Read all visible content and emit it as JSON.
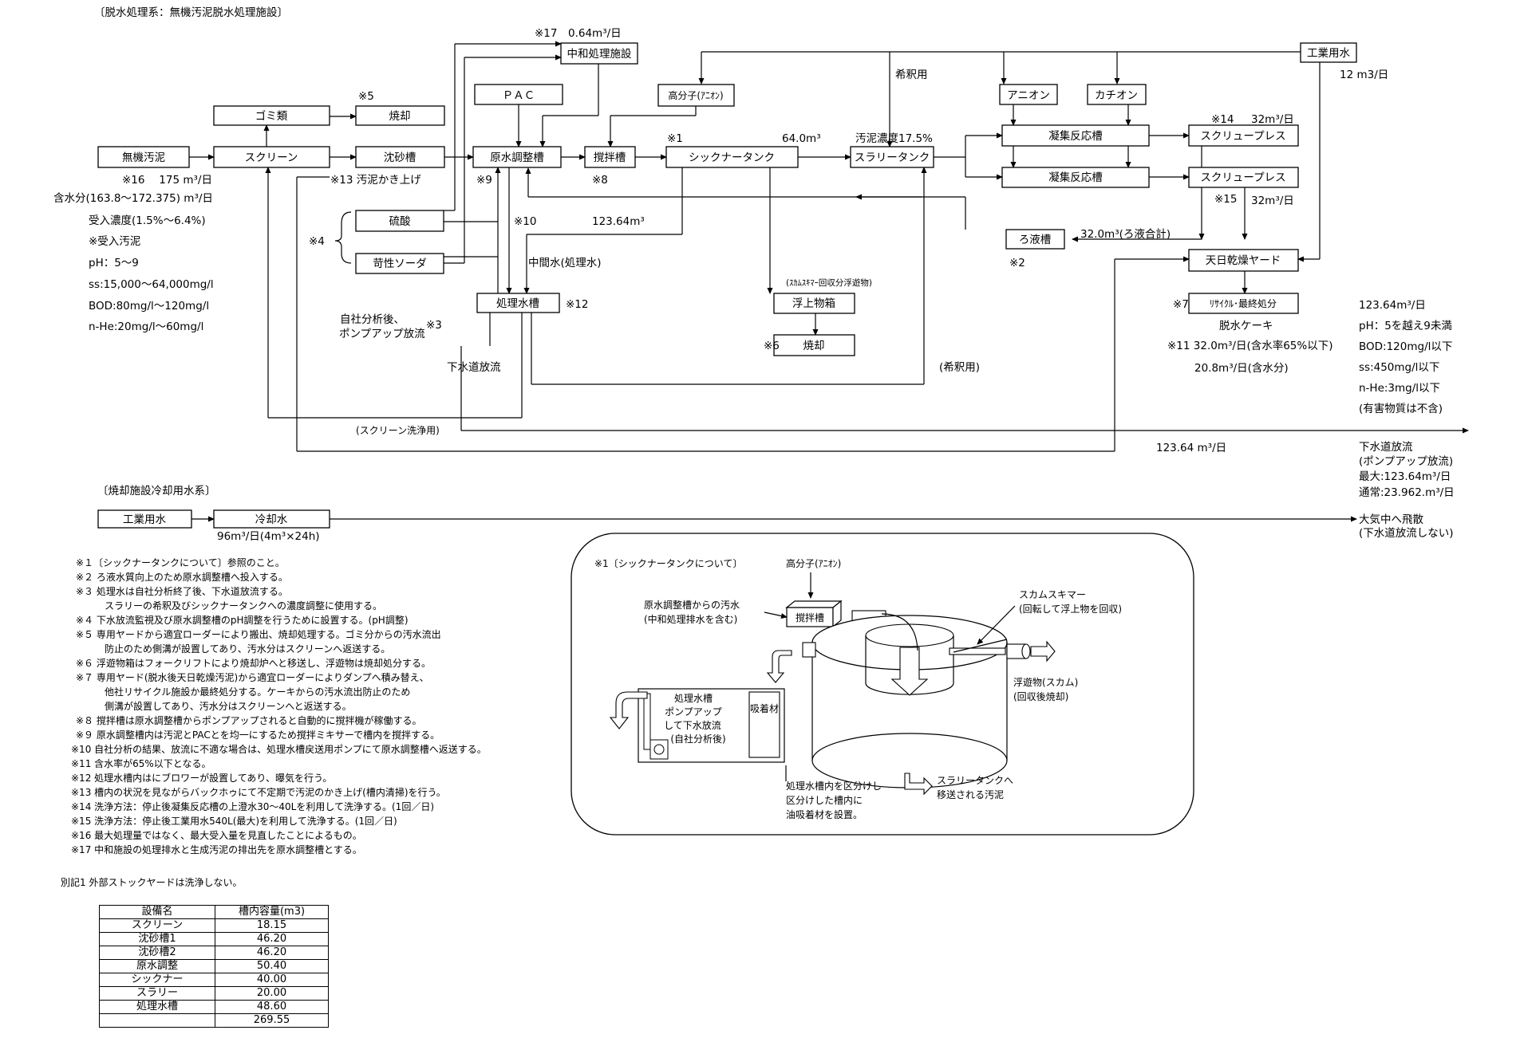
{
  "sections": {
    "dewater_title": "〔脱水処理系：無機汚泥脱水処理施設〕",
    "cooling_title": "〔焼却施設冷却用水系〕"
  },
  "boxes": {
    "muki": "無機汚泥",
    "screen": "スクリーン",
    "gomi": "ゴミ類",
    "shoukyaku_top": "焼却",
    "chinsa": "沈砂槽",
    "genshui": "原水調整槽",
    "chuwa": "中和処理施設",
    "pac": "ＰＡＣ",
    "koubunshi": "高分子(ｱﾆｵﾝ)",
    "kakuhan": "撹拌槽",
    "thickener": "シックナータンク",
    "slurry": "スラリータンク",
    "anion": "アニオン",
    "cation": "カチオン",
    "gyoshu1": "凝集反応槽",
    "gyoshu2": "凝集反応槽",
    "press1": "スクリュープレス",
    "press2": "スクリュープレス",
    "kogyo": "工業用水",
    "roeki": "ろ液槽",
    "tenpi": "天日乾燥ヤード",
    "recycle": "ﾘｻｲｸﾙ･最終処分",
    "ryusan": "硫酸",
    "kasei": "苛性ソーダ",
    "shori": "処理水槽",
    "fujo": "浮上物箱",
    "shoukyaku_mid": "焼却",
    "kogyo2": "工業用水",
    "reikyaku": "冷却水"
  },
  "labels": {
    "n17": "※17　0.64m³/日",
    "n5": "※5",
    "kishaku": "希釈用",
    "kogyo_flow": "12 m3/日",
    "n1": "※1",
    "vol64": "64.0m³",
    "odei": "汚泥濃度17.5%",
    "n14": "※14",
    "press_flow1": "32m³/日",
    "n16": "※16　 175 m³/日",
    "n13": "※13 汚泥かき上げ",
    "n9": "※9",
    "n8": "※8",
    "n15": "※15",
    "press_flow2": "32m³/日",
    "gansui": "含水分(163.8～172.375) m³/日",
    "ukeire": "受入濃度(1.5%～6.4%)",
    "ukeire_osei": "※受入汚泥",
    "ph": "pH：5～9",
    "ss": "ss:15,000～64,000mg/l",
    "bod": "BOD:80mg/l～120mg/l",
    "nhe": "n-He:20mg/l～60mg/l",
    "n10": "※10",
    "vol123": "123.64m³",
    "n4": "※4",
    "roeki_flow": "32.0m³(ろ液合計)",
    "n2": "※2",
    "chukan": "中間水(処理水)",
    "scum_note": "(ｽｶﾑｽｷﾏｰ回収分浮遊物)",
    "n12": "※12",
    "n7": "※7",
    "dassui": "脱水ケーキ",
    "jisha1": "自社分析後、",
    "jisha2": "ポンプアップ放流",
    "n3": "※3",
    "n6": "※6",
    "n11": "※11 32.0m³/日(含水率65%以下)",
    "gansui2": "20.8m³/日(含水分)",
    "gesui": "下水道放流",
    "kishaku2": "(希釈用)",
    "screen_wash": "(スクリーン洗浄用)",
    "flow_bottom": "123.64 m³/日",
    "out1": "123.64m³/日",
    "out2": "pH：5を越え9未満",
    "out3": "BOD:120mg/l以下",
    "out4": "ss:450mg/l以下",
    "out5": "n-He:3mg/l以下",
    "out6": "(有害物質は不含)",
    "dis1": "下水道放流",
    "dis2": "(ポンプアップ放流)",
    "dis3": "最大:123.64m³/日",
    "dis4": "通常:23.962.m³/日",
    "cool_flow": "96m³/日(4m³×24h)",
    "atm1": "大気中へ飛散",
    "atm2": "(下水道放流しない)"
  },
  "notes": [
    "※１〔シックナータンクについて〕参照のこと。",
    "※２ ろ液水質向上のため原水調整槽へ投入する。",
    "※３ 処理水は自社分析終了後、下水道放流する。",
    "　　　スラリーの希釈及びシックナータンクへの濃度調整に使用する。",
    "※４ 下水放流監視及び原水調整槽のpH調整を行うために設置する。(pH調整)",
    "※５ 専用ヤードから適宜ローダーにより搬出、焼却処理する。ゴミ分からの汚水流出",
    "　　　防止のため側溝が設置してあり、汚水分はスクリーンへ返送する。",
    "※６ 浮遊物箱はフォークリフトにより焼却炉へと移送し、浮遊物は焼却処分する。",
    "※７ 専用ヤード(脱水後天日乾燥汚泥)から適宜ローダーによりダンプへ積み替え、",
    "　　　他社リサイクル施設か最終処分する。ケーキからの汚水流出防止のため",
    "　　　側溝が設置してあり、汚水分はスクリーンへと返送する。",
    "※８ 撹拌槽は原水調整槽からポンプアップされると自動的に撹拌機が稼働する。",
    "※９ 原水調整槽内は汚泥とPACとを均一にするため撹拌ミキサーで槽内を撹拌する。",
    "※10 自社分析の結果、放流に不適な場合は、処理水槽戻送用ポンプにて原水調整槽へ返送する。",
    "※11 含水率が65%以下となる。",
    "※12 処理水槽内はにブロワーが設置してあり、曝気を行う。",
    "※13 槽内の状況を見ながらバックホゥにて不定期で汚泥のかき上げ(槽内清掃)を行う。",
    "※14 洗浄方法：停止後凝集反応槽の上澄水30～40Lを利用して洗浄する。(1回／日)",
    "※15 洗浄方法：停止後工業用水540L(最大)を利用して洗浄する。(1回／日)",
    "※16 最大処理量ではなく、最大受入量を見直したことによるもの。",
    "※17 中和施設の処理排水と生成汚泥の排出先を原水調整槽とする。"
  ],
  "bekki": "別記1 外部ストックヤードは洗浄しない。",
  "inset": {
    "title": "※1〔シックナータンクについて〕",
    "koubunshi": "高分子(ｱﾆｵﾝ)",
    "genshui1": "原水調整槽からの汚水",
    "genshui2": "(中和処理排水を含む)",
    "kakuhan": "撹拌槽",
    "skimmer1": "スカムスキマー",
    "skimmer2": "(回転して浮上物を回収)",
    "shori1": "処理水槽",
    "shori2": "ポンプアップ",
    "shori3": "して下水放流",
    "shori4": "(自社分析後)",
    "kyuchaku": "吸着材",
    "fuyu1": "浮遊物(スカム)",
    "fuyu2": "(回収後焼却)",
    "slurry1": "スラリータンクへ",
    "slurry2": "移送される汚泥",
    "kubun1": "処理水槽内を区分けし",
    "kubun2": "区分けした槽内に",
    "kubun3": "油吸着材を設置。"
  },
  "table": {
    "headers": [
      "設備名",
      "槽内容量(m3)"
    ],
    "rows": [
      [
        "スクリーン",
        "18.15"
      ],
      [
        "沈砂槽1",
        "46.20"
      ],
      [
        "沈砂槽2",
        "46.20"
      ],
      [
        "原水調整",
        "50.40"
      ],
      [
        "シックナー",
        "40.00"
      ],
      [
        "スラリー",
        "20.00"
      ],
      [
        "処理水槽",
        "48.60"
      ],
      [
        "",
        "269.55"
      ]
    ]
  }
}
